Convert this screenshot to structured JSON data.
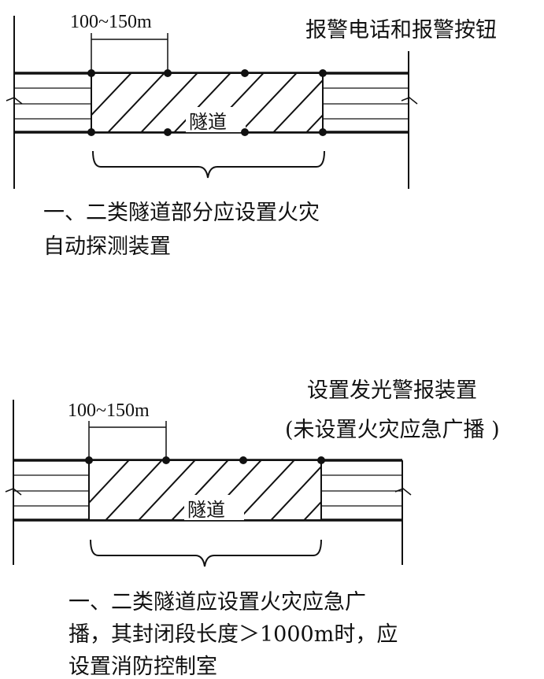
{
  "diagram1": {
    "spacing_label": "100~150m",
    "equipment_label": "报警电话和报警按钮",
    "tunnel_label": "隧道",
    "caption_line1": "一、二类隧道部分应设置火灾",
    "caption_line2": "自动探测装置"
  },
  "diagram2": {
    "spacing_label": "100~150m",
    "equipment_label_line1": "设置发光警报装置",
    "equipment_label_line2": "(未设置火灾应急广播 )",
    "tunnel_label": "隧道",
    "caption_line1": "一、二类隧道应设置火灾应急广",
    "caption_line2": "播，其封闭段长度＞1000m时，应",
    "caption_line3": "设置消防控制室"
  },
  "colors": {
    "ink": "#111111",
    "background": "#ffffff"
  }
}
